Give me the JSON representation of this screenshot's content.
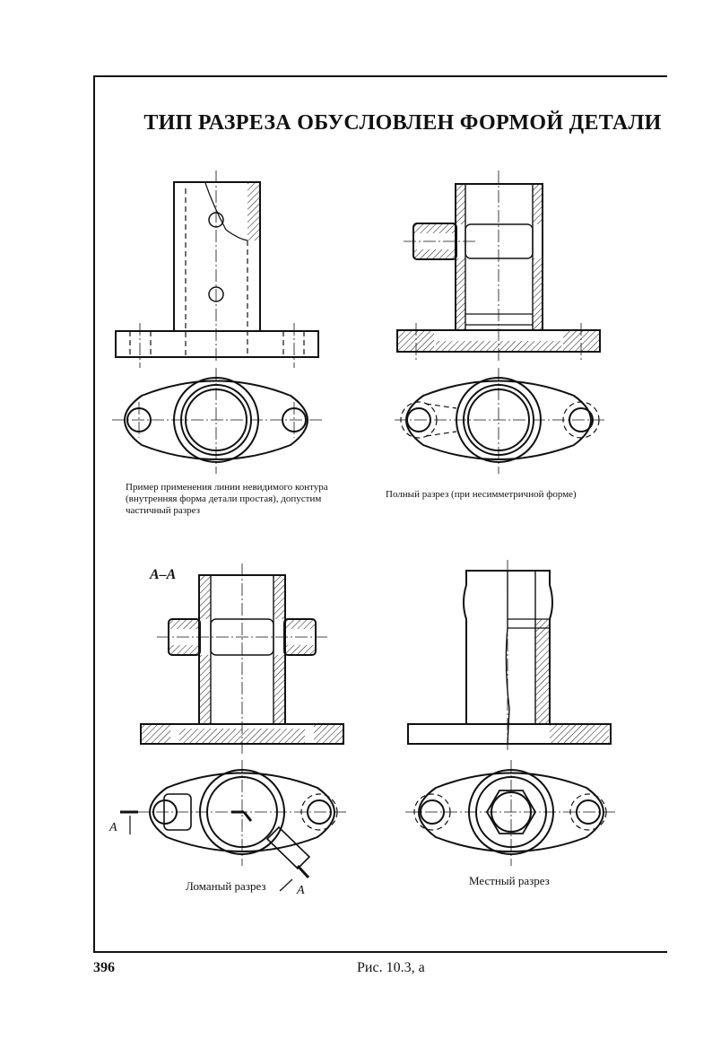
{
  "title": "ТИП РАЗРЕЗА ОБУСЛОВЛЕН ФОРМОЙ ДЕТАЛИ",
  "captions": {
    "hidden_lines": "Пример применения линии невидимого контура (внутренняя форма детали простая), допустим частичный разрез",
    "full_section": "Полный разрез (при несимметричной форме)",
    "broken_section": "Ломаный разрез",
    "local_section": "Местный разрез"
  },
  "section_label": "A–A",
  "cut_marks": {
    "left": "A",
    "right": "A"
  },
  "footer": {
    "page_number": "396",
    "figure": "Рис. 10.3, а"
  }
}
